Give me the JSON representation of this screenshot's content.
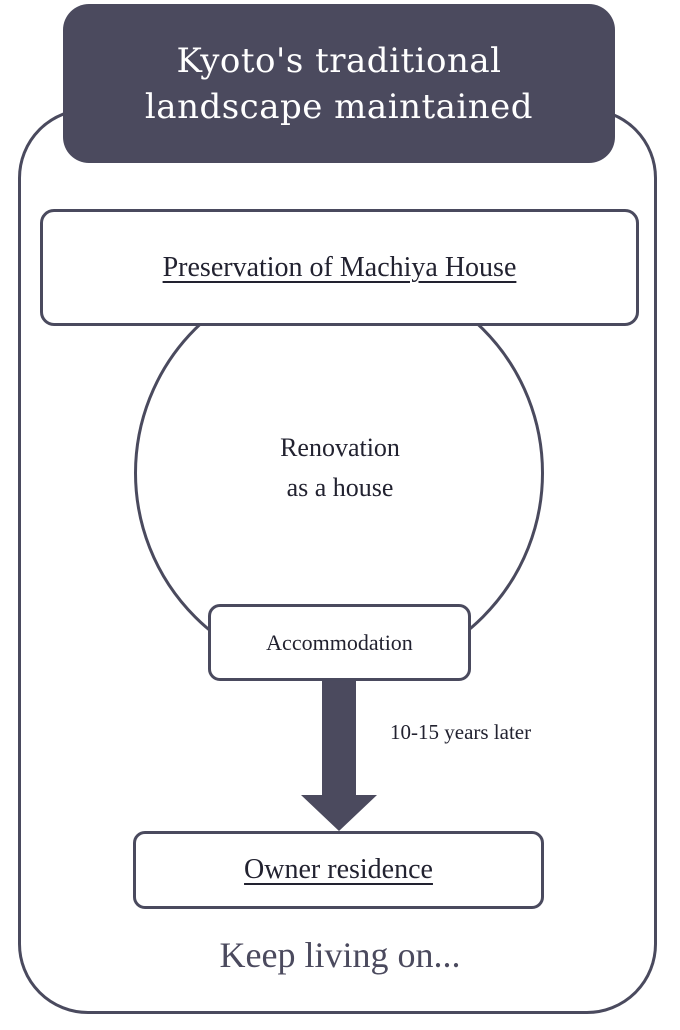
{
  "title": "Kyoto's traditional\nlandscape maintained",
  "preservation": "Preservation of Machiya House",
  "renovation": "Renovation\nas a house",
  "accommodation": "Accommodation",
  "transition": "10-15 years later",
  "owner": "Owner residence",
  "footer": "Keep living on...",
  "colors": {
    "primary": "#4b4a5e",
    "text": "#222230",
    "background": "#ffffff"
  }
}
